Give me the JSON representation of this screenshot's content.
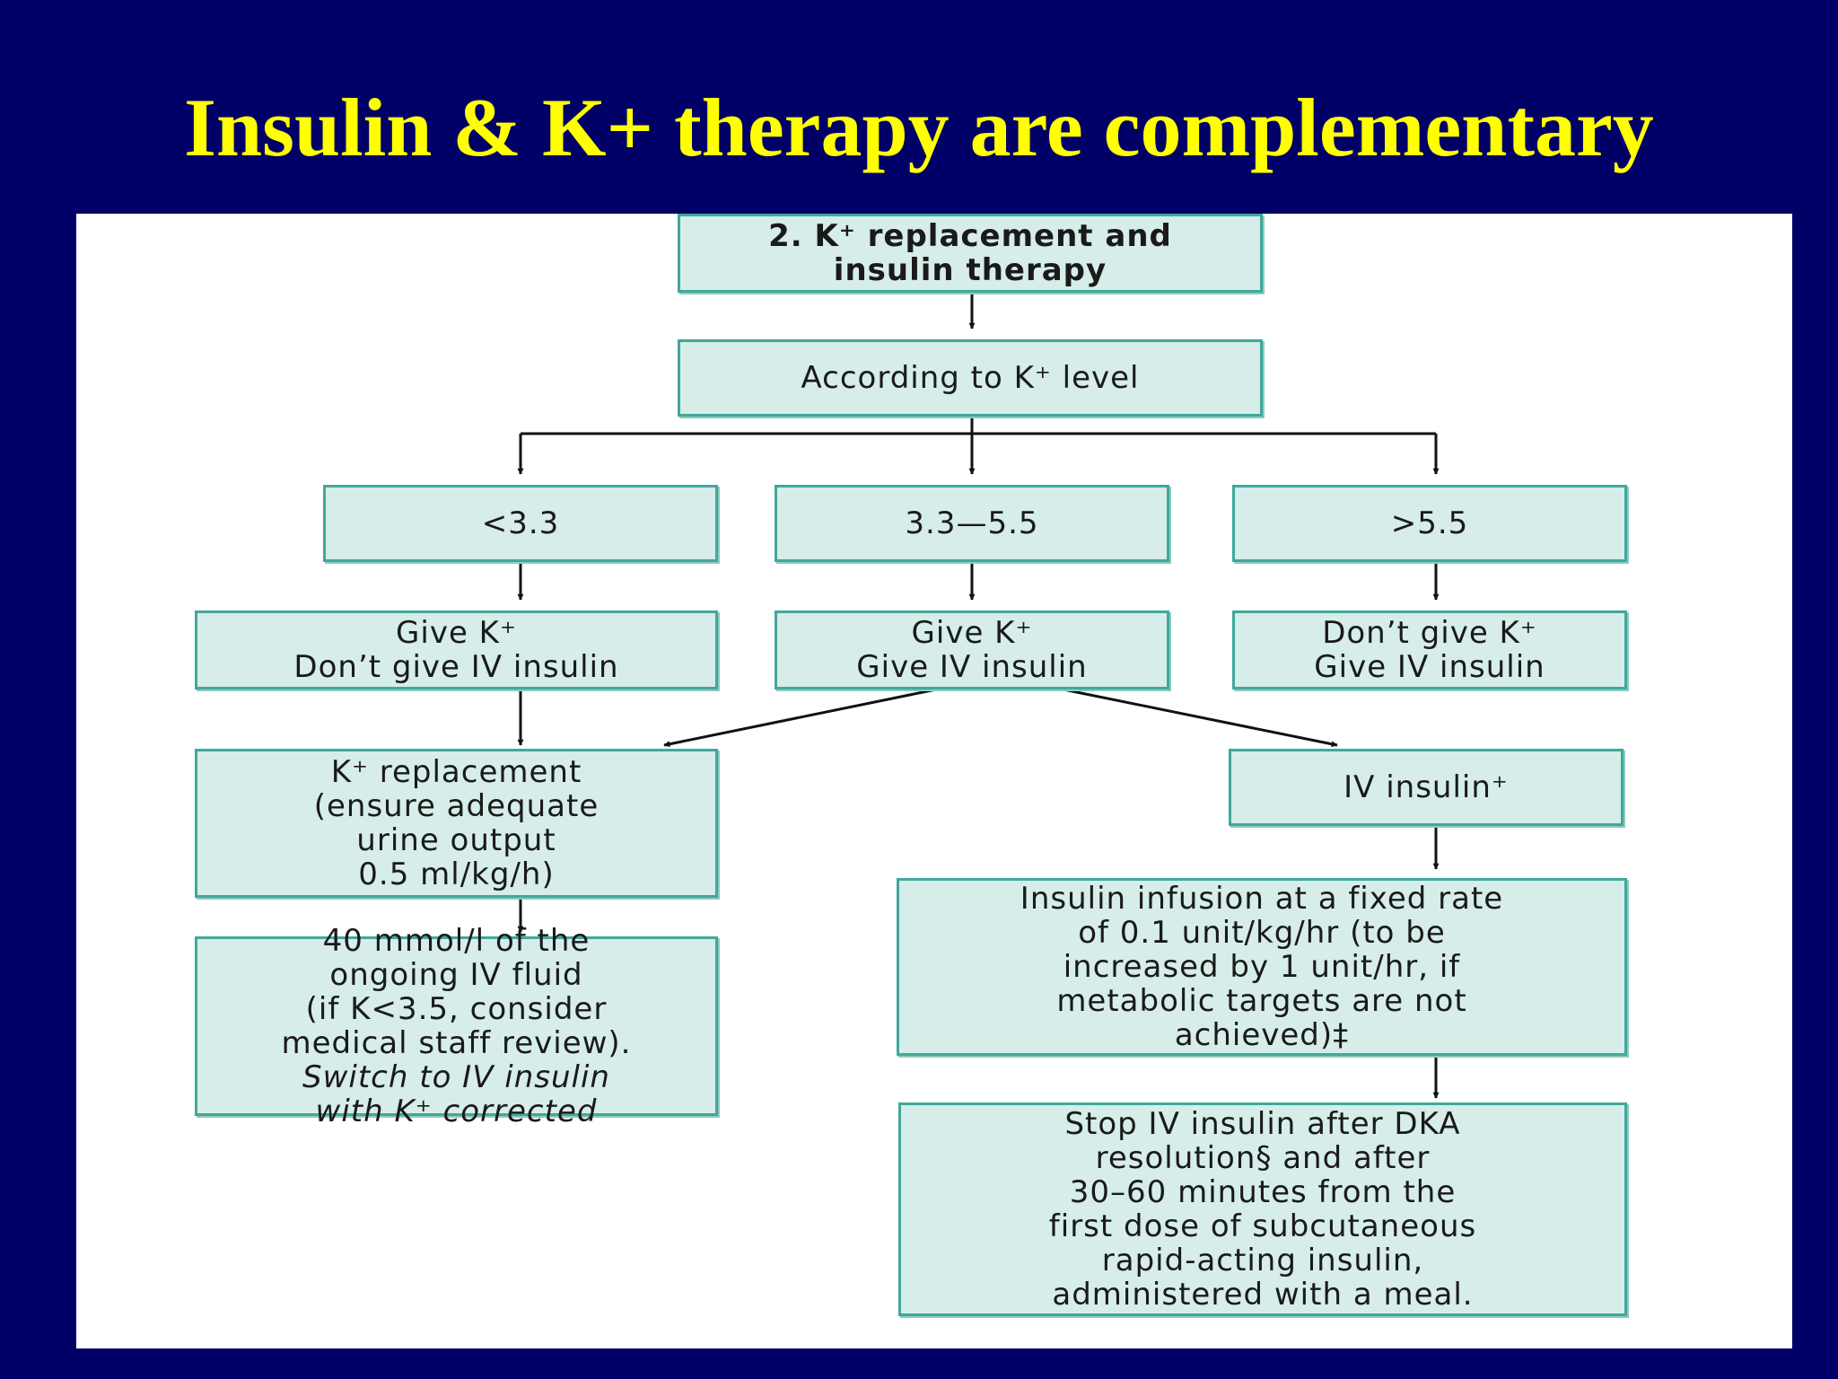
{
  "title": "Insulin & K+ therapy are complementary",
  "diagram": {
    "header": [
      "2. K⁺ replacement and",
      "insulin therapy"
    ],
    "according": "According to K⁺ level",
    "level_low": "<3.3",
    "level_mid": "3.3—5.5",
    "level_high": ">5.5",
    "action_low": [
      "Give K⁺",
      "Don’t give IV insulin"
    ],
    "action_mid": [
      "Give K⁺",
      "Give IV insulin"
    ],
    "action_high": [
      "Don’t give K⁺",
      "Give IV insulin"
    ],
    "k_replacement": [
      "K⁺ replacement",
      "(ensure adequate",
      "urine output",
      "0.5 ml/kg/h)"
    ],
    "iv_insulin": "IV insulin⁺",
    "k_dose": [
      "40 mmol/l of the",
      "ongoing IV fluid",
      "(if K<3.5, consider",
      "medical staff review)."
    ],
    "k_dose_switch": [
      "Switch to IV insulin",
      "with K⁺ corrected"
    ],
    "infusion": [
      "Insulin infusion at a fixed rate",
      "of 0.1 unit/kg/hr (to be",
      "increased by 1 unit/hr, if",
      "metabolic targets are not",
      "achieved)‡"
    ],
    "stop": [
      "Stop IV insulin after DKA",
      "resolution§ and after",
      "30–60 minutes from the",
      "first dose of subcutaneous",
      "rapid-acting insulin,",
      "administered with a meal."
    ]
  }
}
